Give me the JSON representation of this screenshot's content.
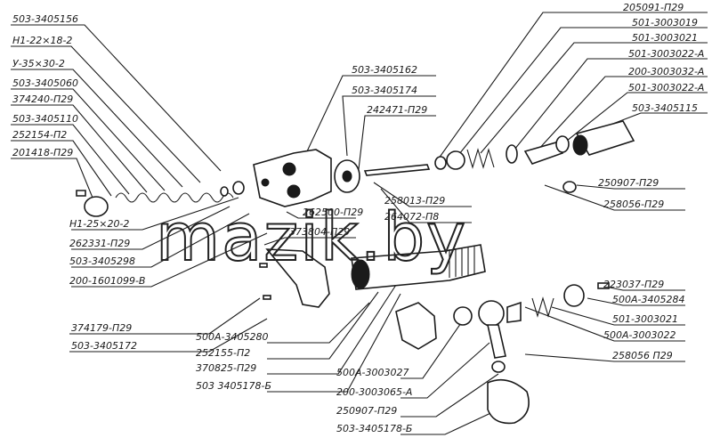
{
  "watermark": "mazik.by",
  "labels": {
    "l01": "503-3405156",
    "l02": "Н1-22×18-2",
    "l03": "У-35×30-2",
    "l04": "503-3405060",
    "l05": "374240-П29",
    "l06": "503-3405110",
    "l07": "252154-П2",
    "l08": "201418-П29",
    "l09": "503-3405162",
    "l10": "503-3405174",
    "l11": "242471-П29",
    "l12": "205091-П29",
    "l13": "501-3003019",
    "l14": "501-3003021",
    "l15": "501-3003022-А",
    "l16": "200-3003032-А",
    "l17": "501-3003022-А",
    "l18": "503-3405115",
    "l19": "250907-П29",
    "l20": "258056-П29",
    "l21": "258013-П29",
    "l22": "264072-П8",
    "l23": "262500-П29",
    "l24": "373804-П29",
    "l25": "Н1-25×20-2",
    "l26": "262331-П29",
    "l27": "503-3405298",
    "l28": "200-1601099-В",
    "l29": "374179-П29",
    "l30": "503-3405172",
    "l31": "500А-3405280",
    "l32": "252155-П2",
    "l33": "370825-П29",
    "l34": "503 3405178-Б",
    "l35": "223037-П29",
    "l36": "500А-3405284",
    "l37": "501-3003021",
    "l38": "500А-3003022",
    "l39": "258056 П29",
    "l40": "500А-3003027",
    "l41": "200-3003065-А",
    "l42": "250907-П29",
    "l43": "503-3405178-Б"
  }
}
